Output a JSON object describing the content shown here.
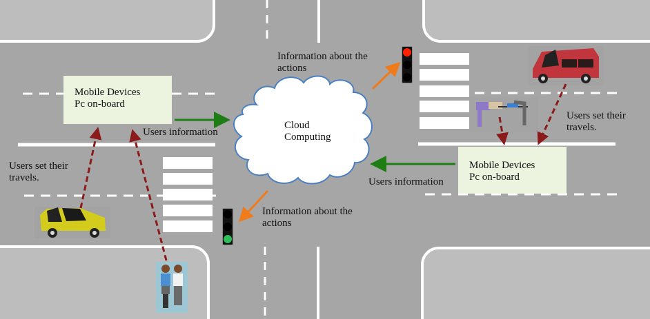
{
  "diagram": {
    "cloud": {
      "line1": "Cloud",
      "line2": "Computing"
    },
    "box_left": {
      "line1": "Mobile Devices",
      "line2": "Pc on-board"
    },
    "box_right": {
      "line1": "Mobile Devices",
      "line2": "Pc on-board"
    },
    "label_users_info_left": "Users information",
    "label_users_info_right": "Users information",
    "label_actions_top": {
      "line1": "Information about the",
      "line2": "actions"
    },
    "label_actions_bottom": {
      "line1": "Information about the",
      "line2": "actions"
    },
    "label_users_set_left": {
      "line1": "Users set their",
      "line2": "travels."
    },
    "label_users_set_right": {
      "line1": "Users set their",
      "line2": "travels."
    },
    "traffic_light_top": {
      "state": "red"
    },
    "traffic_light_bottom": {
      "state": "green"
    },
    "colors": {
      "road": "#a6a6a6",
      "block": "#bdbdbd",
      "box": "#ecf3df",
      "cloud_stroke": "#4a7fc1",
      "green_arrow": "#1e7d14",
      "orange_arrow": "#ef7b1a",
      "dashed_arrow": "#8b1a1a",
      "red_light": "#ff2200",
      "green_light": "#2fbf5a"
    }
  }
}
